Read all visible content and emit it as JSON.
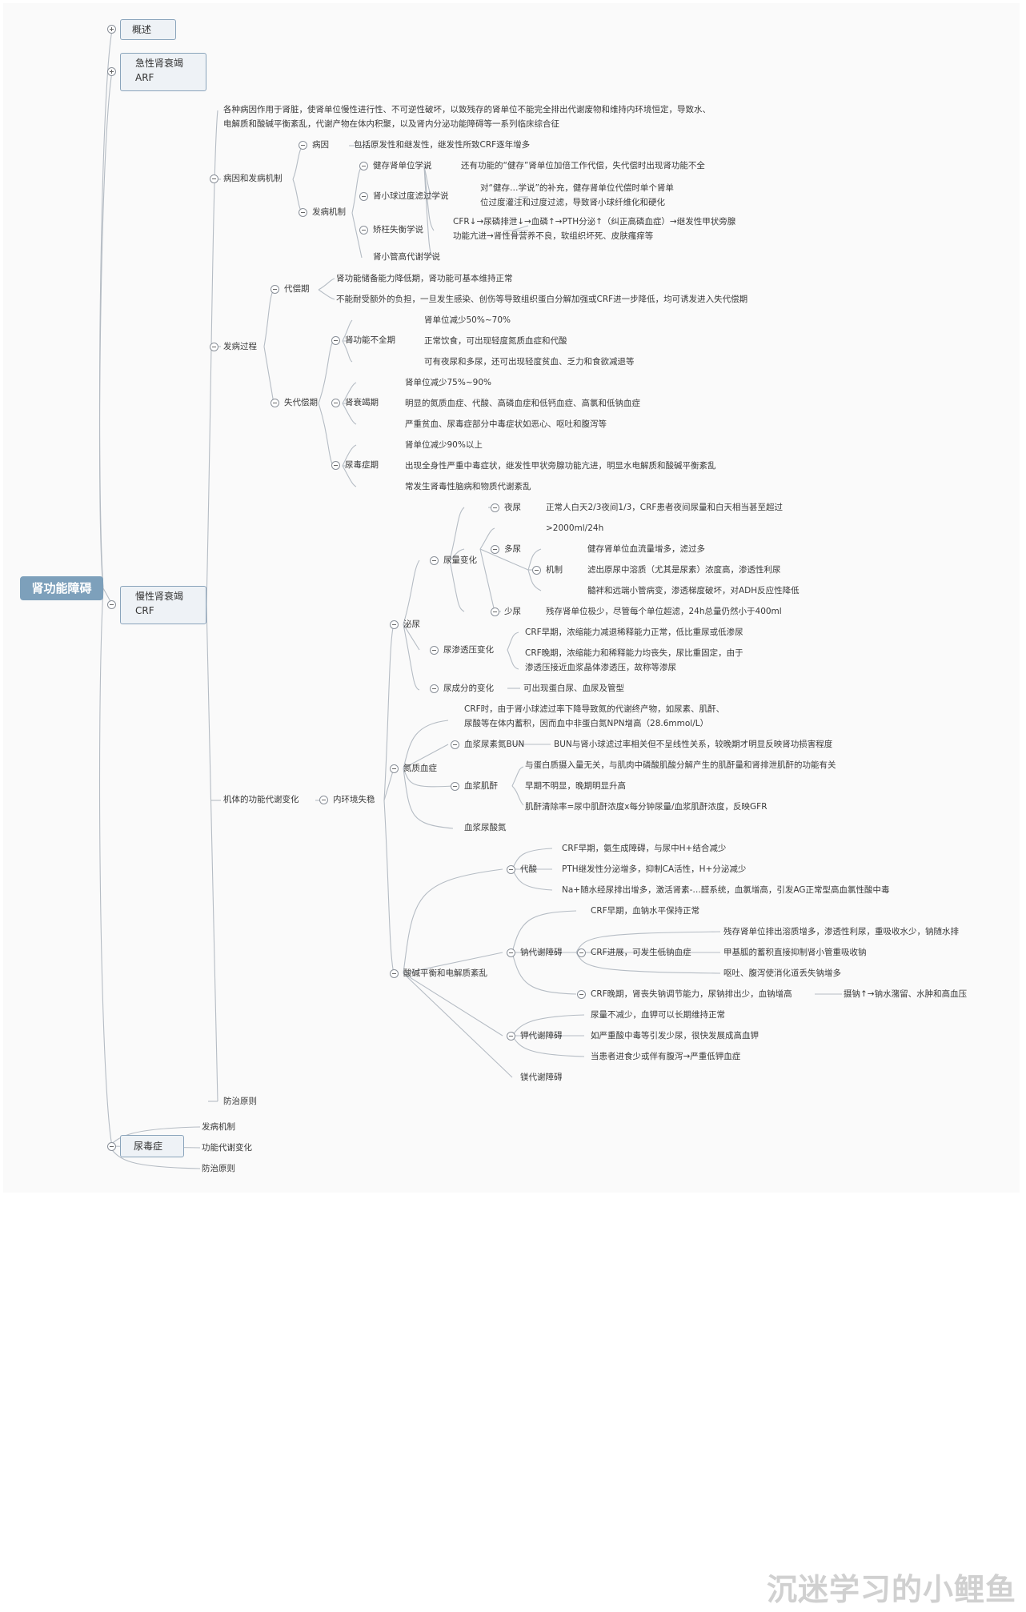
{
  "root": "肾功能障碍",
  "b1": "概述",
  "b2": {
    "l1": "急性肾衰竭",
    "l2": "ARF"
  },
  "b3": {
    "l1": "慢性肾衰竭",
    "l2": "CRF"
  },
  "b4": "尿毒症",
  "crf": {
    "def1": "各种病因作用于肾脏，使肾单位慢性进行性、不可逆性破坏，以致残存的肾单位不能完全排出代谢废物和维持内环境恒定，导致水、",
    "def2": "电解质和酸碱平衡紊乱，代谢产物在体内积聚，以及肾内分泌功能障碍等一系列临床综合征",
    "mech": "病因和发病机制",
    "cause": "病因",
    "cause_txt": "包括原发性和继发性，继发性所致CRF逐年增多",
    "pm": "发病机制",
    "h1": "健存肾单位学说",
    "h1_txt": "还有功能的“健存”肾单位加倍工作代偿，失代偿时出现肾功能不全",
    "h2": "肾小球过度滤过学说",
    "h2_t1": "对“健存…学说”的补充，健存肾单位代偿时单个肾单",
    "h2_t2": "位过度灌注和过度过滤，导致肾小球纤维化和硬化",
    "h3": "矫枉失衡学说",
    "h3_t1": "CFR↓→尿磷排泄↓→血磷↑→PTH分泌↑（纠正高磷血症）→继发性甲状旁腺",
    "h3_t2": "功能亢进→肾性骨营养不良，软组织坏死、皮肤瘙痒等",
    "h4": "肾小管高代谢学说",
    "course": "发病过程",
    "comp": "代偿期",
    "comp1": "肾功能储备能力降低期，肾功能可基本维持正常",
    "comp2": "不能耐受额外的负担，一旦发生感染、创伤等导致组织蛋白分解加强或CRF进一步降低，均可诱发进入失代偿期",
    "decomp": "失代偿期",
    "s1": "肾功能不全期",
    "s1_a": "肾单位减少50%~70%",
    "s1_b": "正常饮食，可出现轻度氮质血症和代酸",
    "s1_c": "可有夜尿和多尿，还可出现轻度贫血、乏力和食欲减退等",
    "s2": "肾衰竭期",
    "s2_a": "肾单位减少75%~90%",
    "s2_b": "明显的氮质血症、代酸、高磷血症和低钙血症、高氯和低钠血症",
    "s2_c": "严重贫血、尿毒症部分中毒症状如恶心、呕吐和腹泻等",
    "s3": "尿毒症期",
    "s3_a": "肾单位减少90%以上",
    "s3_b": "出现全身性严重中毒症状，继发性甲状旁腺功能亢进，明显水电解质和酸碱平衡紊乱",
    "s3_c": "常发生肾毒性脑病和物质代谢紊乱",
    "func": "机体的功能代谢变化",
    "env": "内环境失稳",
    "urine": "泌尿",
    "uvol": "尿量变化",
    "noct": "夜尿",
    "noct_t": "正常人白天2/3夜间1/3，CRF患者夜间尿量和白天相当甚至超过",
    "poly": "多尿",
    "poly_a": ">2000ml/24h",
    "mechn": "机制",
    "m1": "健存肾单位血流量增多，滤过多",
    "m2": "滤出原尿中溶质（尤其是尿素）浓度高，渗透性利尿",
    "m3": "髓袢和远端小管病变，渗透梯度破坏，对ADH反应性降低",
    "olig": "少尿",
    "olig_t": "残存肾单位极少，尽管每个单位超滤，24h总量仍然小于400ml",
    "uosm": "尿渗透压变化",
    "uosm1": "CRF早期，浓缩能力减退稀释能力正常，低比重尿或低渗尿",
    "uosm2a": "CRF晚期，浓缩能力和稀释能力均丧失，尿比重固定，由于",
    "uosm2b": "渗透压接近血浆晶体渗透压，故称等渗尿",
    "ucomp": "尿成分的变化",
    "ucomp_t": "可出现蛋白尿、血尿及管型",
    "azo": "氮质血症",
    "azo1": "CRF时，由于肾小球滤过率下降导致氮的代谢终产物，如尿素、肌酐、",
    "azo2": "尿酸等在体内蓄积，因而血中非蛋白氮NPN增高（28.6mmol/L）",
    "bun": "血浆尿素氮BUN",
    "bun_t": "BUN与肾小球滤过率相关但不呈线性关系，较晚期才明显反映肾功损害程度",
    "cr": "血浆肌酐",
    "cr1": "与蛋白质摄入量无关，与肌肉中磷酸肌酸分解产生的肌酐量和肾排泄肌酐的功能有关",
    "cr2": "早期不明显，晚期明显升高",
    "cr3": "肌酐清除率=尿中肌酐浓度x每分钟尿量/血浆肌酐浓度，反映GFR",
    "ua": "血浆尿酸氮",
    "acid": "酸碱平衡和电解质紊乱",
    "ma": "代酸",
    "ma1": "CRF早期，氨生成障碍，与尿中H+结合减少",
    "ma2": "PTH继发性分泌增多，抑制CA活性，H+分泌减少",
    "ma3": "Na+随水经尿排出增多，激活肾素-…醛系统，血氯增高，引发AG正常型高血氯性酸中毒",
    "na": "钠代谢障碍",
    "na1": "CRF早期，血钠水平保持正常",
    "na2": "CRF进展，可发生低钠血症",
    "na2a": "残存肾单位排出溶质增多，渗透性利尿，重吸收水少，钠随水排",
    "na2b": "甲基胍的蓄积直接抑制肾小管重吸收钠",
    "na2c": "呕吐、腹泻使消化道丢失钠增多",
    "na3": "CRF晚期，肾丧失钠调节能力，尿钠排出少，血钠增高",
    "na3_t": "摄钠↑→钠水潴留、水肿和高血压",
    "k": "钾代谢障碍",
    "k1": "尿量不减少，血钾可以长期维持正常",
    "k2": "如严重酸中毒等引发少尿，很快发展成高血钾",
    "k3": "当患者进食少或伴有腹泻→严重低钾血症",
    "mg": "镁代谢障碍",
    "prev": "防治原则"
  },
  "ur": {
    "a": "发病机制",
    "b": "功能代谢变化",
    "c": "防治原则"
  },
  "watermark": "沉迷学习的小鲤鱼"
}
